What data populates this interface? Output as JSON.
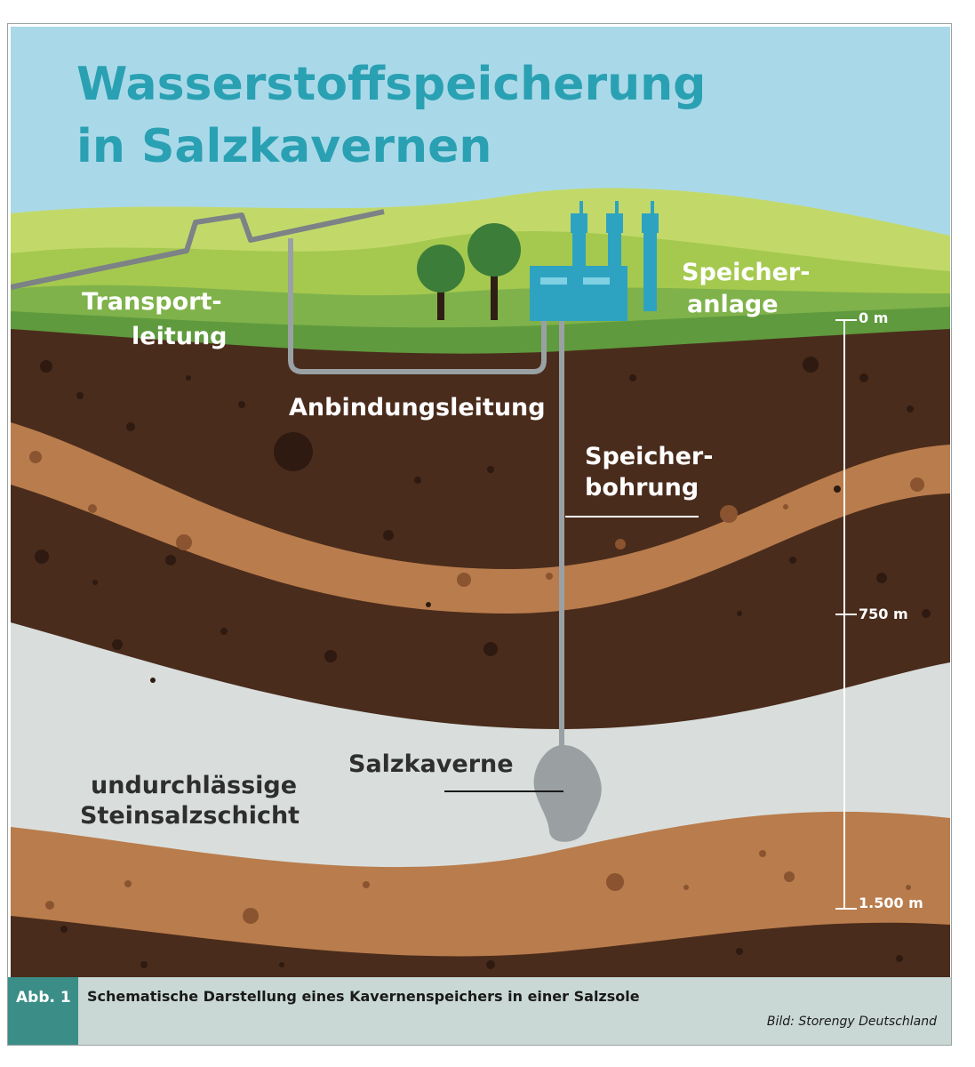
{
  "title": {
    "line1": "Wasserstoffspeicherung",
    "line2": "in Salzkavernen"
  },
  "labels": {
    "transport_line1": "Transport-",
    "transport_line2": "leitung",
    "speicheranlage_line1": "Speicher-",
    "speicheranlage_line2": "anlage",
    "anbindung": "Anbindungsleitung",
    "speicherbohrung_line1": "Speicher-",
    "speicherbohrung_line2": "bohrung",
    "salzkaverne": "Salzkaverne",
    "steinsalz_line1": "undurchlässige",
    "steinsalz_line2": "Steinsalzschicht"
  },
  "depth_scale": {
    "ticks": [
      "0 m",
      "750 m",
      "1.500 m"
    ]
  },
  "caption": {
    "tag": "Abb. 1",
    "text": "Schematische Darstellung eines Kavernenspeichers in einer Salzsole",
    "credit": "Bild: Storengy Deutschland"
  },
  "colors": {
    "sky": "#a9d9e8",
    "title": "#2aa0b3",
    "grass_light": "#a5c94f",
    "grass_mid": "#7fb24a",
    "grass_dark": "#5f9a3e",
    "soil_dark": "#4a2c1c",
    "soil_band": "#b97c4c",
    "salt_layer": "#d9dedc",
    "facility": "#2ea3c1",
    "pipe": "#8c9396",
    "caption_bg": "#c9d8d4",
    "caption_tag": "#3a8e87"
  }
}
